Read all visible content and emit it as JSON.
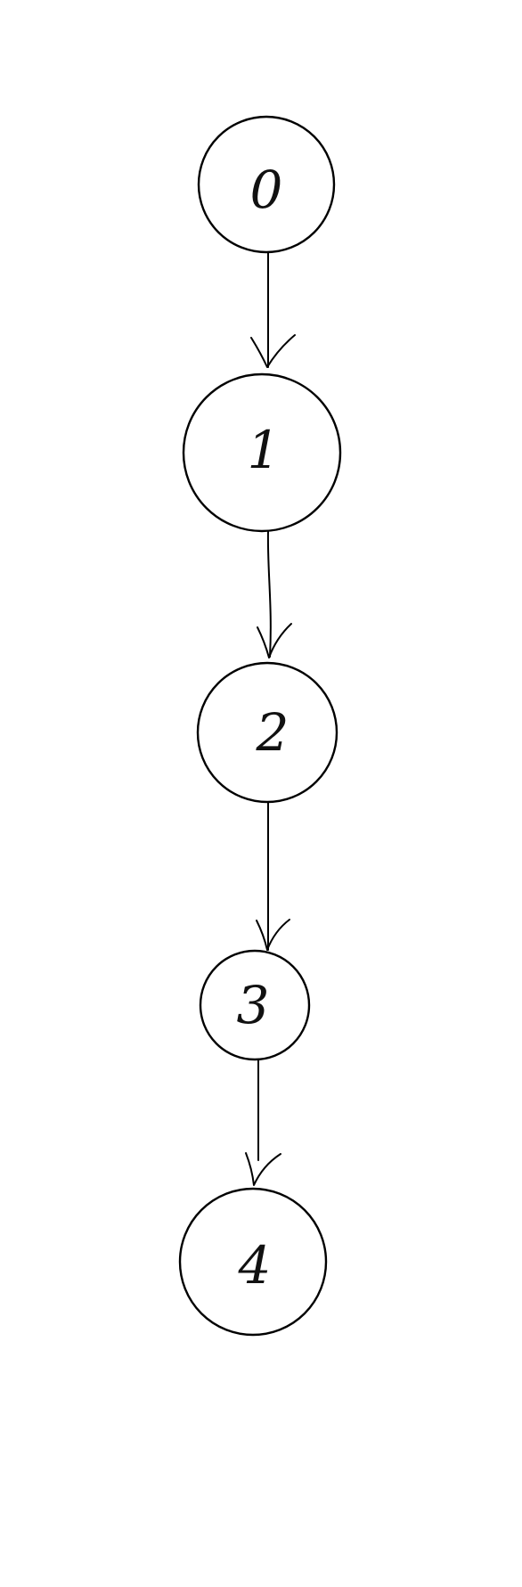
{
  "diagram": {
    "nodes": [
      {
        "id": "n0",
        "label": "0"
      },
      {
        "id": "n1",
        "label": "1"
      },
      {
        "id": "n2",
        "label": "2"
      },
      {
        "id": "n3",
        "label": "3"
      },
      {
        "id": "n4",
        "label": "4"
      }
    ],
    "edges": [
      {
        "from": "n0",
        "to": "n1"
      },
      {
        "from": "n1",
        "to": "n2"
      },
      {
        "from": "n2",
        "to": "n3"
      },
      {
        "from": "n3",
        "to": "n4"
      }
    ],
    "colors": {
      "stroke": "#000000",
      "background": "#ffffff"
    }
  }
}
